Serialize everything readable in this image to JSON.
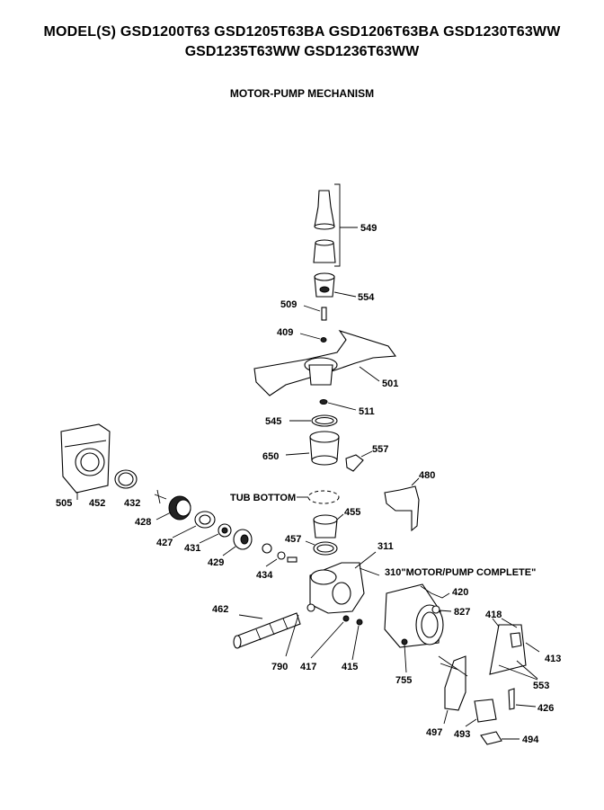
{
  "header": {
    "models_line1": "MODEL(S) GSD1200T63  GSD1205T63BA  GSD1206T63BA  GSD1230T63WW",
    "models_line2": "GSD1235T63WW  GSD1236T63WW",
    "diagram_title": "MOTOR-PUMP MECHANISM"
  },
  "annotations": {
    "tub_bottom": "TUB BOTTOM",
    "motor_pump_complete": "310\"MOTOR/PUMP COMPLETE\""
  },
  "parts": {
    "p549": "549",
    "p554": "554",
    "p509": "509",
    "p409": "409",
    "p501": "501",
    "p511": "511",
    "p545": "545",
    "p650": "650",
    "p557": "557",
    "p480": "480",
    "p455": "455",
    "p457": "457",
    "p311": "311",
    "p505": "505",
    "p452": "452",
    "p432": "432",
    "p428": "428",
    "p427": "427",
    "p431": "431",
    "p429": "429",
    "p434": "434",
    "p420": "420",
    "p827": "827",
    "p418": "418",
    "p413": "413",
    "p553": "553",
    "p426": "426",
    "p494": "494",
    "p493": "493",
    "p497": "497",
    "p755": "755",
    "p415": "415",
    "p417": "417",
    "p790": "790",
    "p462": "462"
  }
}
